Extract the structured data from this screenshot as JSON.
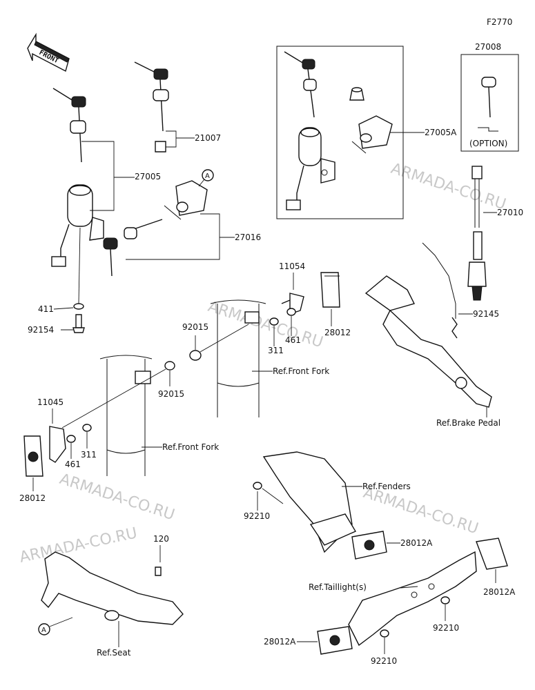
{
  "figure_code": "F2770",
  "front_arrow_label": "FRONT",
  "callout_letter": "A",
  "option_label": "(OPTION)",
  "watermark": "ARMADA-CO.RU",
  "part_labels": {
    "p27008": "27008",
    "p21007": "21007",
    "p27005A": "27005A",
    "p27005": "27005",
    "p27016": "27016",
    "p27010": "27010",
    "p11054": "11054",
    "p411": "411",
    "p92154": "92154",
    "p92015_upper": "92015",
    "p92015_lower": "92015",
    "p461_upper": "461",
    "p311_upper": "311",
    "p28012_upper": "28012",
    "p92145": "92145",
    "p11045": "11045",
    "p461_lower": "461",
    "p311_lower": "311",
    "p28012_lower": "28012",
    "p92210_left": "92210",
    "p28012A_mid": "28012A",
    "p120": "120",
    "p28012A_right": "28012A",
    "p92210_right": "92210",
    "p28012A_bottom": "28012A",
    "p92210_bottom": "92210"
  },
  "ref_labels": {
    "front_fork_upper": "Ref.Front Fork",
    "front_fork_lower": "Ref.Front Fork",
    "brake_pedal": "Ref.Brake Pedal",
    "fenders": "Ref.Fenders",
    "taillight": "Ref.Taillight(s)",
    "seat": "Ref.Seat"
  }
}
